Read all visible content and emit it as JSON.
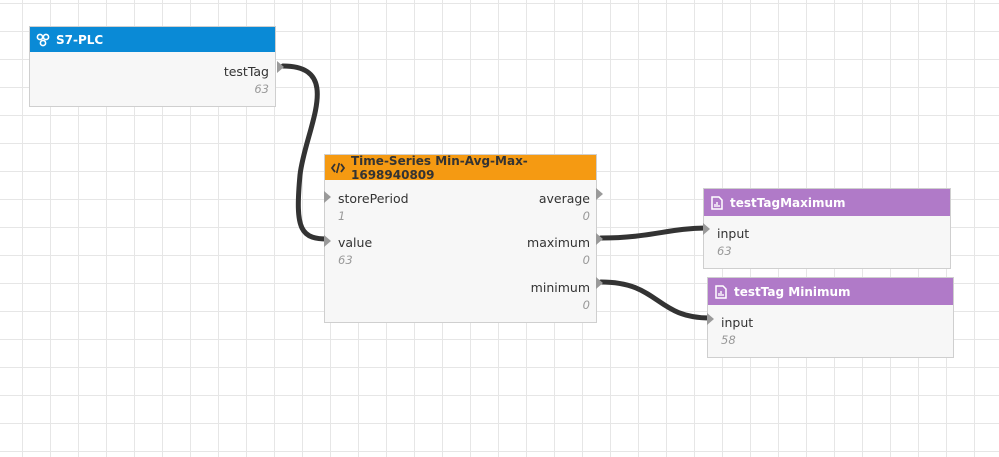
{
  "colors": {
    "plc_header": "#0a8ad6",
    "function_header": "#f59a12",
    "output_header": "#b07ac8",
    "wire": "#333333"
  },
  "nodes": {
    "plc": {
      "title": "S7-PLC",
      "icon": "network-nodes-icon",
      "outputs": [
        {
          "label": "testTag",
          "value": "63"
        }
      ]
    },
    "function": {
      "title": "Time-Series Min-Avg-Max-1698940809",
      "icon": "code-icon",
      "inputs": [
        {
          "label": "storePeriod",
          "value": "1"
        },
        {
          "label": "value",
          "value": "63"
        }
      ],
      "outputs": [
        {
          "label": "average",
          "value": "0"
        },
        {
          "label": "maximum",
          "value": "0"
        },
        {
          "label": "minimum",
          "value": "0"
        }
      ]
    },
    "max_tag": {
      "title": "testTagMaximum",
      "icon": "file-chart-icon",
      "inputs": [
        {
          "label": "input",
          "value": "63"
        }
      ]
    },
    "min_tag": {
      "title": "testTag Minimum",
      "icon": "file-chart-icon",
      "inputs": [
        {
          "label": "input",
          "value": "58"
        }
      ]
    }
  }
}
